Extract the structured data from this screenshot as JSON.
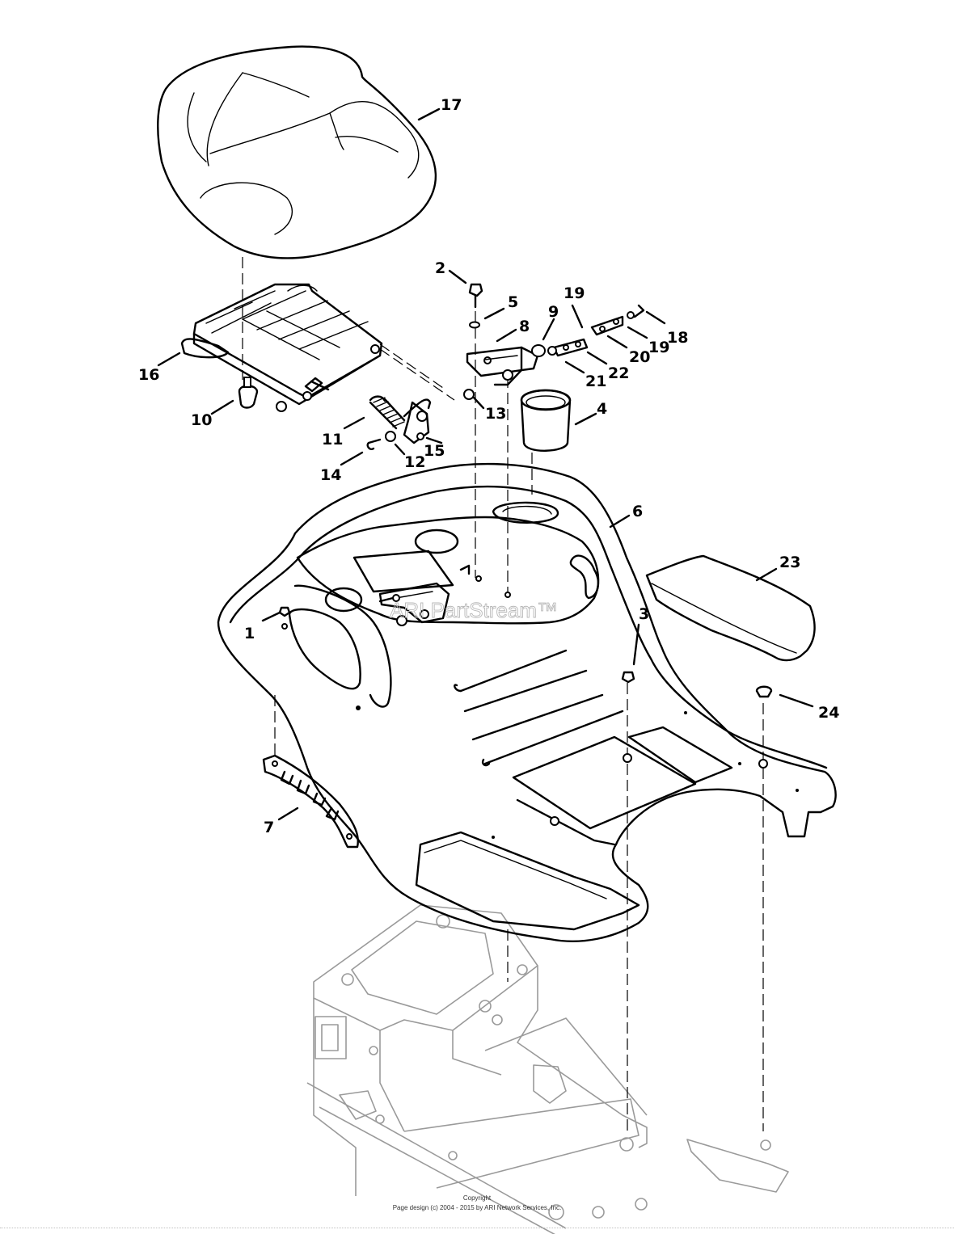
{
  "watermark": "ARI PartStream™",
  "copyright": {
    "line1": "Copyright",
    "line2": "Page design (c) 2004 - 2015 by ARI Network Services, Inc."
  },
  "callouts": {
    "c1": "1",
    "c2": "2",
    "c3": "3",
    "c4": "4",
    "c5": "5",
    "c6": "6",
    "c7": "7",
    "c8": "8",
    "c9": "9",
    "c10": "10",
    "c11": "11",
    "c12": "12",
    "c13": "13",
    "c14": "14",
    "c15": "15",
    "c16": "16",
    "c17": "17",
    "c18": "18",
    "c19a": "19",
    "c19b": "19",
    "c20": "20",
    "c21": "21",
    "c22": "22",
    "c23": "23",
    "c24": "24"
  }
}
